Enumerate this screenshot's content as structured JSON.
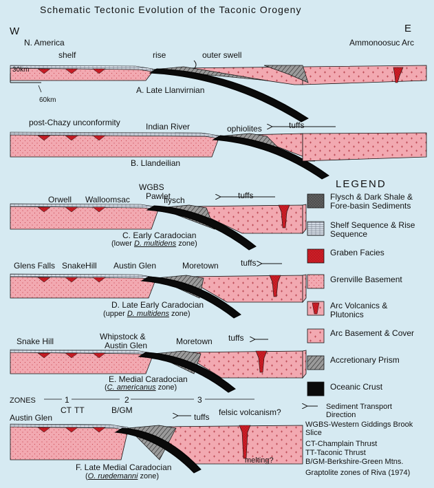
{
  "title": "Schematic Tectonic Evolution of the Taconic Orogeny",
  "compass": {
    "west": "W",
    "east": "E"
  },
  "scale": {
    "depth": "30km",
    "width": "60km"
  },
  "colors": {
    "basement": "#f2a9b1",
    "basement_dots": "#c9444f",
    "graben": "#cc1d26",
    "oceanic": "#0a0a0a",
    "prism": "#8a8a8a",
    "shelf": "#cfd9e6",
    "flysch": "#4e4e4e",
    "background": "#d6eaf2"
  },
  "panels": {
    "A": {
      "caption": "A. Late Llanvirnian",
      "labels": {
        "left": "N. America",
        "shelf": "shelf",
        "rise": "rise",
        "swell": "outer swell",
        "arc": "Ammonoosuc Arc"
      }
    },
    "B": {
      "caption": "B. Llandeilian",
      "labels": {
        "unconformity": "post-Chazy unconformity",
        "indian": "Indian River",
        "ophiolites": "ophiolites",
        "tuffs": "tuffs"
      }
    },
    "C": {
      "caption": "C. Early Caradocian",
      "sub_pre": "(lower ",
      "sub_it": "D. multidens",
      "sub_post": " zone)",
      "labels": {
        "wgbs": "WGBS",
        "pawlet": "Pawlet",
        "orwell": "Orwell",
        "walloomsac": "Walloomsac",
        "flysch": "flysch",
        "tuffs": "tuffs"
      }
    },
    "D": {
      "caption": "D. Late Early Caradocian",
      "sub_pre": "(upper ",
      "sub_it": "D. multidens",
      "sub_post": " zone)",
      "labels": {
        "glens": "Glens Falls",
        "snake": "SnakeHill",
        "austin": "Austin Glen",
        "moretown": "Moretown",
        "tuffs": "tuffs"
      }
    },
    "E": {
      "caption": "E. Medial Caradocian",
      "sub_pre": "(",
      "sub_it": "C. americanus",
      "sub_post": " zone)",
      "labels": {
        "snake": "Snake Hill",
        "whip1": "Whipstock &",
        "whip2": "Austin Glen",
        "moretown": "Moretown",
        "tuffs": "tuffs"
      }
    },
    "F": {
      "caption": "F. Late Medial Caradocian",
      "sub_pre": "(",
      "sub_it": "O. ruedemanni",
      "sub_post": " zone)",
      "labels": {
        "zones": "ZONES",
        "z1": "1",
        "z2": "2",
        "z3": "3",
        "austin": "Austin Glen",
        "ct": "CT",
        "tt": "TT",
        "bgm": "B/GM",
        "tuffs": "tuffs",
        "felsic": "felsic volcanism?",
        "melting": "melting?"
      }
    }
  },
  "legend": {
    "title": "LEGEND",
    "items": [
      {
        "key": "flysch",
        "label": "Flysch & Dark Shale & Fore-basin Sediments"
      },
      {
        "key": "shelf",
        "label": "Shelf Sequence & Rise Sequence"
      },
      {
        "key": "graben",
        "label": "Graben Facies"
      },
      {
        "key": "grenville",
        "label": "Grenville Basement"
      },
      {
        "key": "arcvolc",
        "label": "Arc Volcanics & Plutonics"
      },
      {
        "key": "arcbase",
        "label": "Arc Basement & Cover"
      },
      {
        "key": "prism",
        "label": "Accretionary Prism"
      },
      {
        "key": "oceanic",
        "label": "Oceanic Crust"
      }
    ],
    "notes": [
      "Sediment Transport Direction",
      "WGBS-Western Giddings Brook Slice",
      "CT-Champlain Thrust",
      "TT-Taconic Thrust",
      "B/GM-Berkshire-Green Mtns.",
      "Graptolite zones of Riva (1974)"
    ]
  }
}
